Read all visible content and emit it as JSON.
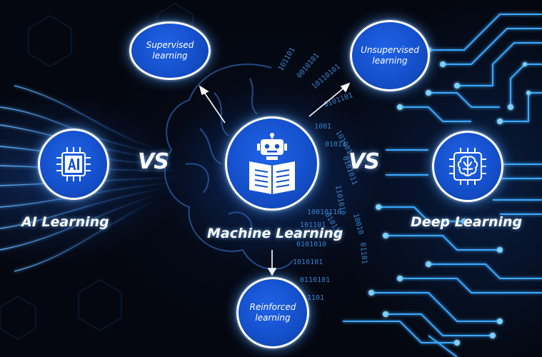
{
  "diagram": {
    "center": {
      "label": "Machine Learning",
      "icon": "robot-reading-book-icon"
    },
    "left": {
      "label": "AI Learning",
      "icon": "ai-chip-icon"
    },
    "right": {
      "label": "Deep Learning",
      "icon": "brain-chip-icon"
    },
    "vs_left": "VS",
    "vs_right": "VS",
    "branches": [
      {
        "label": "Supervised\nlearning"
      },
      {
        "label": "Unsupervised\nlearning"
      },
      {
        "label": "Reinforced\nlearning"
      }
    ]
  },
  "colors": {
    "background": "#04070f",
    "node_fill": "#1550cc",
    "node_border": "#ffffff",
    "circuit": "#3aa8ff",
    "binary_text": "#3d8fe0"
  }
}
